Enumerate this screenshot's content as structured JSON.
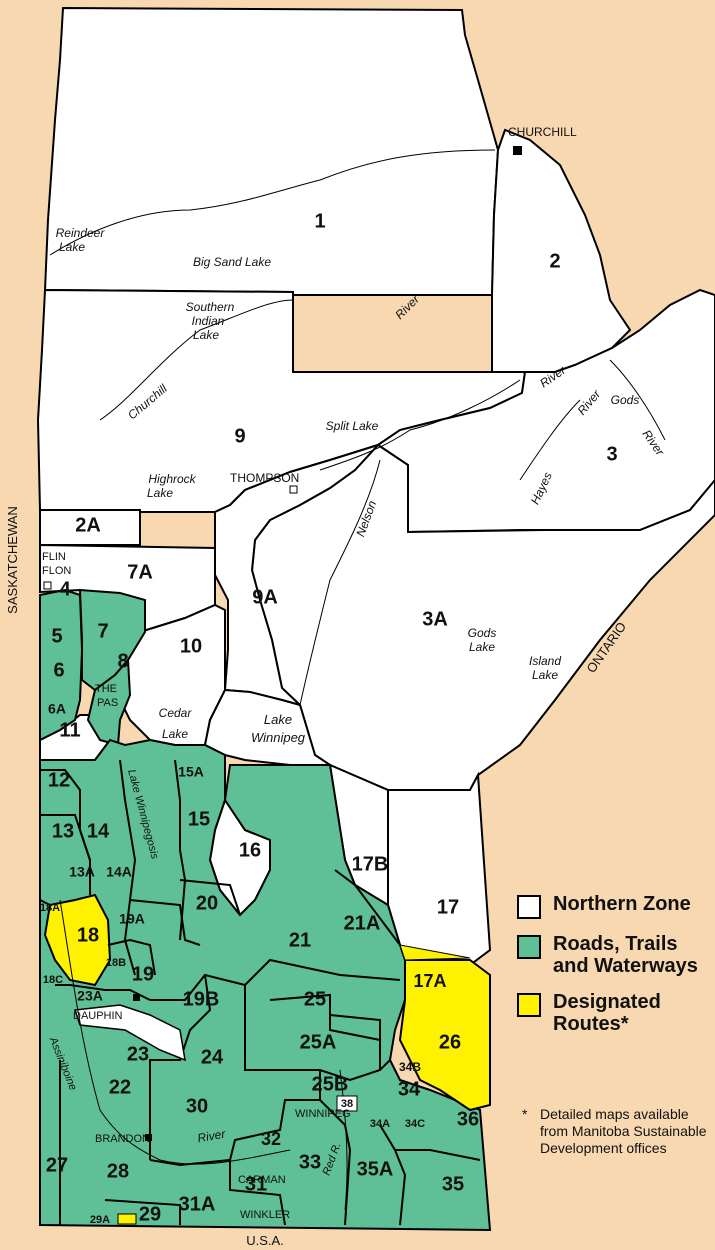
{
  "colors": {
    "background": "#f7d8b0",
    "northern": "#ffffff",
    "roads": "#5fbf97",
    "designated": "#fff200",
    "outline": "#000000"
  },
  "legend": {
    "items": [
      {
        "label": "Northern Zone",
        "color": "#ffffff"
      },
      {
        "label": "Roads, Trails and Waterways",
        "color": "#5fbf97"
      },
      {
        "label": "Designated Routes*",
        "color": "#fff200"
      }
    ],
    "note_star": "*",
    "note": "Detailed maps available from Manitoba Sustainable Development offices"
  },
  "borders": {
    "west": "SASKATCHEWAN",
    "east": "ONTARIO",
    "south": "U.S.A."
  },
  "zones": [
    {
      "id": "1"
    },
    {
      "id": "2"
    },
    {
      "id": "9"
    },
    {
      "id": "3"
    },
    {
      "id": "2A"
    },
    {
      "id": "4"
    },
    {
      "id": "7A"
    },
    {
      "id": "9A"
    },
    {
      "id": "3A"
    },
    {
      "id": "5"
    },
    {
      "id": "7"
    },
    {
      "id": "6"
    },
    {
      "id": "8"
    },
    {
      "id": "10"
    },
    {
      "id": "6A"
    },
    {
      "id": "11"
    },
    {
      "id": "12"
    },
    {
      "id": "13"
    },
    {
      "id": "14"
    },
    {
      "id": "15A"
    },
    {
      "id": "15"
    },
    {
      "id": "13A"
    },
    {
      "id": "14A"
    },
    {
      "id": "16"
    },
    {
      "id": "17"
    },
    {
      "id": "20"
    },
    {
      "id": "21"
    },
    {
      "id": "18"
    },
    {
      "id": "18A"
    },
    {
      "id": "18B"
    },
    {
      "id": "18C"
    },
    {
      "id": "19A"
    },
    {
      "id": "19"
    },
    {
      "id": "19B"
    },
    {
      "id": "17A"
    },
    {
      "id": "23A"
    },
    {
      "id": "25"
    },
    {
      "id": "25A"
    },
    {
      "id": "26"
    },
    {
      "id": "23"
    },
    {
      "id": "22"
    },
    {
      "id": "24"
    },
    {
      "id": "25B"
    },
    {
      "id": "34B"
    },
    {
      "id": "34"
    },
    {
      "id": "36"
    },
    {
      "id": "30"
    },
    {
      "id": "32"
    },
    {
      "id": "34A"
    },
    {
      "id": "34C"
    },
    {
      "id": "38"
    },
    {
      "id": "27"
    },
    {
      "id": "28"
    },
    {
      "id": "33"
    },
    {
      "id": "35A"
    },
    {
      "id": "35"
    },
    {
      "id": "31"
    },
    {
      "id": "31A"
    },
    {
      "id": "29"
    },
    {
      "id": "29A"
    },
    {
      "id": "17B"
    },
    {
      "id": "21A"
    }
  ],
  "places": {
    "churchill_town": "CHURCHILL",
    "thompson": "THOMPSON",
    "flin_flon_1": "FLIN",
    "flin_flon_2": "FLON",
    "the_pas_1": "THE",
    "the_pas_2": "PAS",
    "dauphin": "DAUPHIN",
    "brandon": "BRANDON",
    "winnipeg": "WINNIPEG",
    "carman": "CARMAN",
    "winkler": "WINKLER",
    "reindeer_1": "Reindeer",
    "reindeer_2": "Lake",
    "big_sand": "Big Sand Lake",
    "southern_indian_1": "Southern",
    "southern_indian_2": "Indian",
    "southern_indian_3": "Lake",
    "churchill_river": "Churchill",
    "river_1": "River",
    "split_lake": "Split Lake",
    "highrock_1": "Highrock",
    "highrock_2": "Lake",
    "nelson": "Nelson",
    "river_nelson": "River",
    "river_hayes_top": "River",
    "hayes": "Hayes",
    "gods_river_1": "Gods",
    "gods_river_2": "River",
    "gods_lake_1": "Gods",
    "gods_lake_2": "Lake",
    "island_lake_1": "Island",
    "island_lake_2": "Lake",
    "cedar_1": "Cedar",
    "cedar_2": "Lake",
    "lake_winnipeg_1": "Lake",
    "lake_winnipeg_2": "Winnipeg",
    "lake_winnipegosis": "Lake Winnipegosis",
    "assiniboine": "Assiniboine",
    "river_assiniboine": "River",
    "red_r": "Red R."
  }
}
